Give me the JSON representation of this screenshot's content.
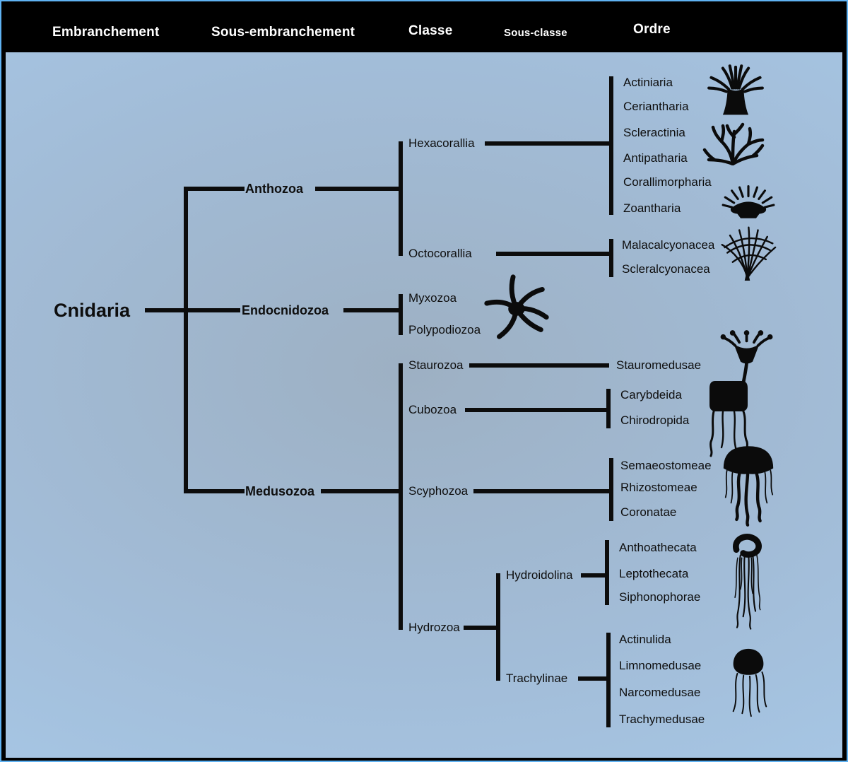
{
  "header": {
    "columns": [
      "Embranchement",
      "Sous-embranchement",
      "Classe",
      "Sous-classe",
      "Ordre"
    ]
  },
  "colors": {
    "header_bg": "#000000",
    "canvas_blue": "#a6c5e4",
    "line": "#0c0c0c",
    "text": "#0e0e0e",
    "frame_blue": "#5fb2f2"
  },
  "tree": {
    "root": "Cnidaria",
    "subphyla": [
      {
        "name": "Anthozoa",
        "classes": [
          {
            "name": "Hexacorallia",
            "orders": [
              "Actiniaria",
              "Ceriantharia",
              "Scleractinia",
              "Antipatharia",
              "Corallimorpharia",
              "Zoantharia"
            ]
          },
          {
            "name": "Octocorallia",
            "orders": [
              "Malacalcyonacea",
              "Scleralcyonacea"
            ]
          }
        ]
      },
      {
        "name": "Endocnidozoa",
        "classes": [
          {
            "name": "Myxozoa",
            "orders": []
          },
          {
            "name": "Polypodiozoa",
            "orders": []
          }
        ]
      },
      {
        "name": "Medusozoa",
        "classes": [
          {
            "name": "Staurozoa",
            "orders": [
              "Stauromedusae"
            ]
          },
          {
            "name": "Cubozoa",
            "orders": [
              "Carybdeida",
              "Chirodropida"
            ]
          },
          {
            "name": "Scyphozoa",
            "orders": [
              "Semaeostomeae",
              "Rhizostomeae",
              "Coronatae"
            ]
          },
          {
            "name": "Hydrozoa",
            "subclasses": [
              {
                "name": "Hydroidolina",
                "orders": [
                  "Anthoathecata",
                  "Leptothecata",
                  "Siphonophorae"
                ]
              },
              {
                "name": "Trachylinae",
                "orders": [
                  "Actinulida",
                  "Limnomedusae",
                  "Narcomedusae",
                  "Trachymedusae"
                ]
              }
            ]
          }
        ]
      }
    ]
  },
  "icons": [
    "sea-anemone",
    "branching-coral",
    "disc-anemone",
    "sea-fan",
    "myxozoan",
    "stauromedusa",
    "box-jellyfish",
    "true-jellyfish",
    "siphonophore",
    "trachyline-jellyfish"
  ]
}
